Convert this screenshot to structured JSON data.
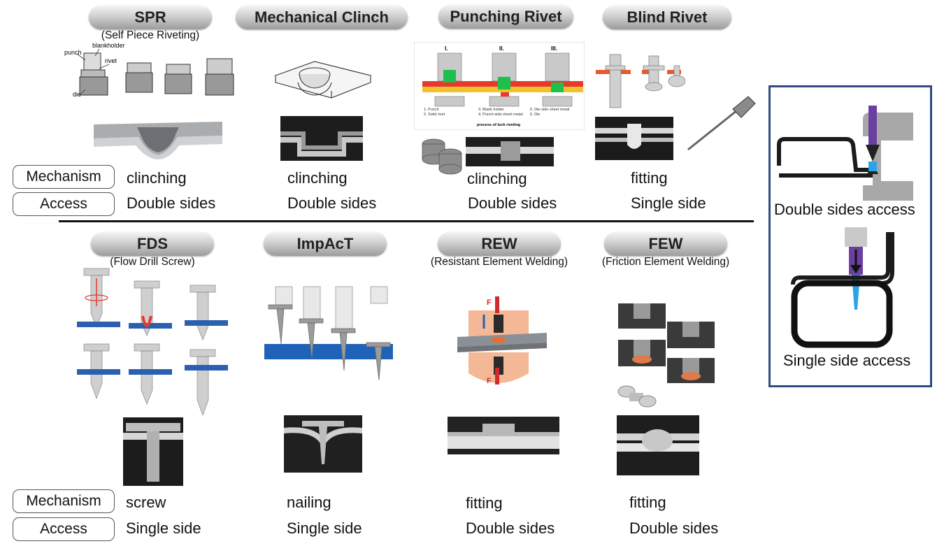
{
  "top_row": {
    "row_labels": {
      "mechanism": "Mechanism",
      "access": "Access"
    },
    "methods": [
      {
        "name": "SPR",
        "subtitle": "(Self Piece Riveting)",
        "mechanism": "clinching",
        "access": "Double sides",
        "diagram_labels": {
          "punch": "punch",
          "blankholder": "blankholder",
          "rivet": "rivet",
          "die": "die"
        }
      },
      {
        "name": "Mechanical Clinch",
        "subtitle": "",
        "mechanism": "clinching",
        "access": "Double sides"
      },
      {
        "name": "Punching Rivet",
        "subtitle": "",
        "mechanism": "clinching",
        "access": "Double sides",
        "diagram_labels": {
          "stages": [
            "I.",
            "II.",
            "III."
          ],
          "legend": [
            "1. Punch",
            "2. Solid rivet",
            "3. Blank holder",
            "4. Punch-side sheet metal",
            "5. Die-side sheet metal",
            "6. Die"
          ],
          "caption": "process of tuck riveting"
        }
      },
      {
        "name": "Blind Rivet",
        "subtitle": "",
        "mechanism": "fitting",
        "access": "Single side"
      }
    ]
  },
  "bottom_row": {
    "row_labels": {
      "mechanism": "Mechanism",
      "access": "Access"
    },
    "methods": [
      {
        "name": "FDS",
        "subtitle": "(Flow Drill Screw)",
        "mechanism": "screw",
        "access": "Single side"
      },
      {
        "name": "ImpAcT",
        "subtitle": "",
        "mechanism": "nailing",
        "access": "Single side"
      },
      {
        "name": "REW",
        "subtitle": "(Resistant Element Welding)",
        "mechanism": "fitting",
        "access": "Double sides",
        "diagram_labels": {
          "force_top": "F",
          "force_bottom": "F"
        }
      },
      {
        "name": "FEW",
        "subtitle": "(Friction Element Welding)",
        "mechanism": "fitting",
        "access": "Double sides"
      }
    ]
  },
  "access_panel": {
    "double_label": "Double sides access",
    "single_label": "Single side access"
  },
  "colors": {
    "panel_border": "#2e4d7e",
    "sheet_red": "#e63a2e",
    "sheet_yellow": "#f2c12e",
    "rivet_green": "#1fbf4b",
    "sheet_blue": "#1f63b8",
    "tool_purple": "#6b3fa0",
    "pin_blue": "#2aa3e8"
  }
}
